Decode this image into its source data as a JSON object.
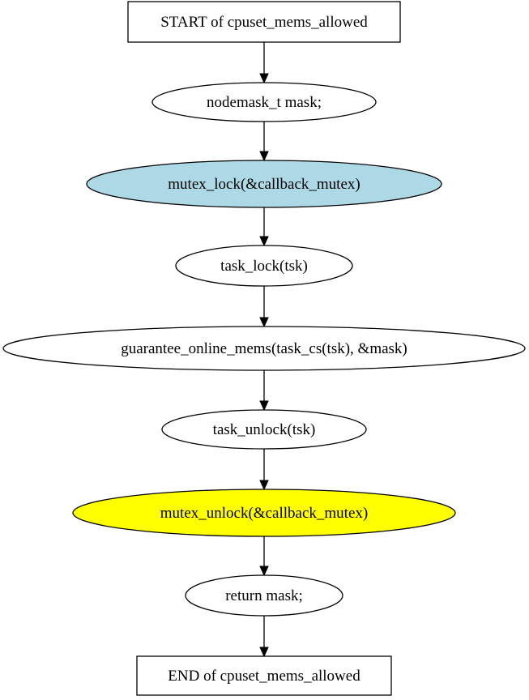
{
  "diagram": {
    "type": "flowchart",
    "nodes": [
      {
        "id": "start",
        "label": "START of cpuset_mems_allowed",
        "shape": "box",
        "fill": "#ffffff"
      },
      {
        "id": "n1",
        "label": "nodemask_t mask;",
        "shape": "ellipse",
        "fill": "#ffffff"
      },
      {
        "id": "n2",
        "label": "mutex_lock(&callback_mutex)",
        "shape": "ellipse",
        "fill": "#add8e6"
      },
      {
        "id": "n3",
        "label": "task_lock(tsk)",
        "shape": "ellipse",
        "fill": "#ffffff"
      },
      {
        "id": "n4",
        "label": "guarantee_online_mems(task_cs(tsk), &mask)",
        "shape": "ellipse",
        "fill": "#ffffff"
      },
      {
        "id": "n5",
        "label": "task_unlock(tsk)",
        "shape": "ellipse",
        "fill": "#ffffff"
      },
      {
        "id": "n6",
        "label": "mutex_unlock(&callback_mutex)",
        "shape": "ellipse",
        "fill": "#ffff00"
      },
      {
        "id": "n7",
        "label": "return mask;",
        "shape": "ellipse",
        "fill": "#ffffff"
      },
      {
        "id": "end",
        "label": "END of cpuset_mems_allowed",
        "shape": "box",
        "fill": "#ffffff"
      }
    ],
    "edges": [
      {
        "from": "start",
        "to": "n1"
      },
      {
        "from": "n1",
        "to": "n2"
      },
      {
        "from": "n2",
        "to": "n3"
      },
      {
        "from": "n3",
        "to": "n4"
      },
      {
        "from": "n4",
        "to": "n5"
      },
      {
        "from": "n5",
        "to": "n6"
      },
      {
        "from": "n6",
        "to": "n7"
      },
      {
        "from": "n7",
        "to": "end"
      }
    ]
  }
}
